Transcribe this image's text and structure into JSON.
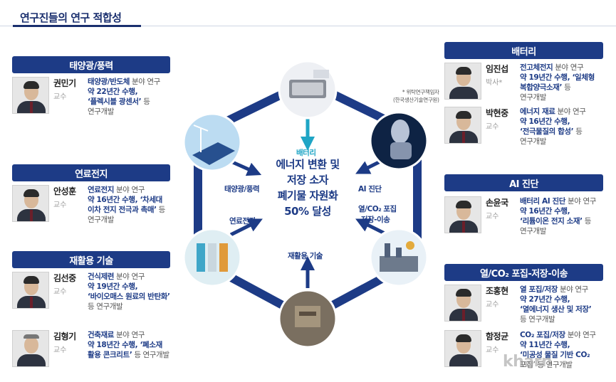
{
  "page_title": "연구진들의 연구 적합성",
  "center_goal": [
    "에너지 변환 및",
    "저장 소자",
    "폐기물 자원화",
    "50% 달성"
  ],
  "center_labels": {
    "battery": "배터리",
    "solar": "태양광/풍력",
    "fuel": "연료전지",
    "recycle": "재활용 기술",
    "ai": "AI 진단",
    "co2": "열/CO₂ 포집",
    "co2_sub": "-저장-이송"
  },
  "note": [
    "* 위탁연구책임자",
    "(한국생산기술연구원)"
  ],
  "panels_left": [
    {
      "title": "태양광/풍력",
      "people": [
        {
          "name": "권민기",
          "role": "교수",
          "field": "태양광/반도체",
          "field_suffix": " 분야 연구",
          "years": "약 22년간 수행,",
          "topic": "‘플렉시블 광센서’",
          "tail": " 등",
          "end": "연구개발"
        }
      ]
    },
    {
      "title": "연료전지",
      "people": [
        {
          "name": "안성훈",
          "role": "교수",
          "field": "연료전지",
          "field_suffix": " 분야 연구",
          "years": "약 16년간 수행, ‘차세대",
          "topic": "이차 전지 전극과 촉매’",
          "tail": " 등",
          "end": "연구개발"
        }
      ]
    },
    {
      "title": "재활용 기술",
      "people": [
        {
          "name": "김선중",
          "role": "교수",
          "field": "건식제련",
          "field_suffix": " 분야 연구",
          "years": "약 19년간 수행,",
          "topic": "‘바이오매스 원료의 반탄화’",
          "tail": "",
          "end": "등 연구개발"
        },
        {
          "name": "김형기",
          "role": "교수",
          "field": "건축재료",
          "field_suffix": " 분야 연구",
          "years": "약 18년간 수행, ‘폐소재",
          "topic": "활용 콘크리트’",
          "tail": " 등 연구개발",
          "end": ""
        }
      ]
    }
  ],
  "panels_right": [
    {
      "title": "배터리",
      "people": [
        {
          "name": "임진섭",
          "role": "박사*",
          "field": "전고체전지",
          "field_suffix": " 분야 연구",
          "years": "약 19년간 수행, ‘일체형",
          "topic": "복합양극소재’",
          "tail": " 등",
          "end": "연구개발"
        },
        {
          "name": "박현중",
          "role": "교수",
          "field": "에너지 재료",
          "field_suffix": " 분야 연구",
          "years": "약 16년간 수행,",
          "topic": "‘전극물질의 합성’",
          "tail": " 등",
          "end": "연구개발"
        }
      ]
    },
    {
      "title": "AI 진단",
      "people": [
        {
          "name": "손윤국",
          "role": "교수",
          "field": "배터리 AI 진단",
          "field_suffix": " 분야 연구",
          "years": "약 16년간 수행,",
          "topic": "‘리튬이온 전지 소재’",
          "tail": " 등",
          "end": "연구개발"
        }
      ]
    },
    {
      "title": "열/CO₂ 포집-저장-이송",
      "people": [
        {
          "name": "조홍현",
          "role": "교수",
          "field": "열 포집/저장",
          "field_suffix": " 분야 연구",
          "years": "약 27년간 수행,",
          "topic": "‘열에너지 생산 및 저장’",
          "tail": "",
          "end": "등 연구개발"
        },
        {
          "name": "함정균",
          "role": "교수",
          "field": "CO₂ 포집/저장",
          "field_suffix": " 분야 연구",
          "years": "약 11년간 수행,",
          "topic": "‘미공성 물질 기반 CO₂",
          "tail": "",
          "end": "포집’ 등 연구개발"
        }
      ]
    }
  ],
  "watermark": "kharn"
}
